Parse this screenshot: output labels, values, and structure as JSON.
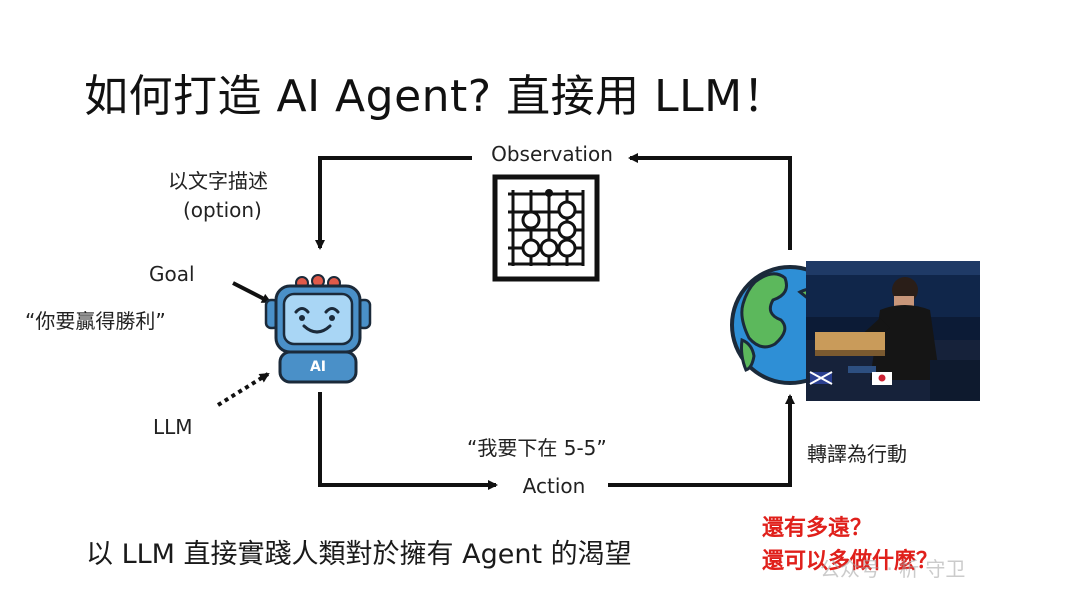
{
  "title": "如何打造 AI Agent? 直接用 LLM！",
  "labels": {
    "observation": "Observation",
    "describe_line1": "以文字描述",
    "describe_line2": "(option)",
    "goal": "Goal",
    "goal_quote": "“你要贏得勝利”",
    "llm": "LLM",
    "action_quote": "“我要下在 5-5”",
    "action": "Action",
    "translate": "轉譯為行動",
    "robot_badge": "AI"
  },
  "note": {
    "line1": "還有多遠？",
    "line2": "還可以多做什麼？"
  },
  "footer": "以 LLM 直接實踐人類對於擁有 Agent 的渴望",
  "watermark": "公众号 · 析 守卫",
  "colors": {
    "accent_red": "#e0201b",
    "robot_blue": "#4a90c8",
    "globe_ocean": "#2e8fd6",
    "globe_land": "#5cb85c"
  },
  "icons": [
    "go-board-icon",
    "robot-icon",
    "globe-icon",
    "go-match-photo"
  ]
}
